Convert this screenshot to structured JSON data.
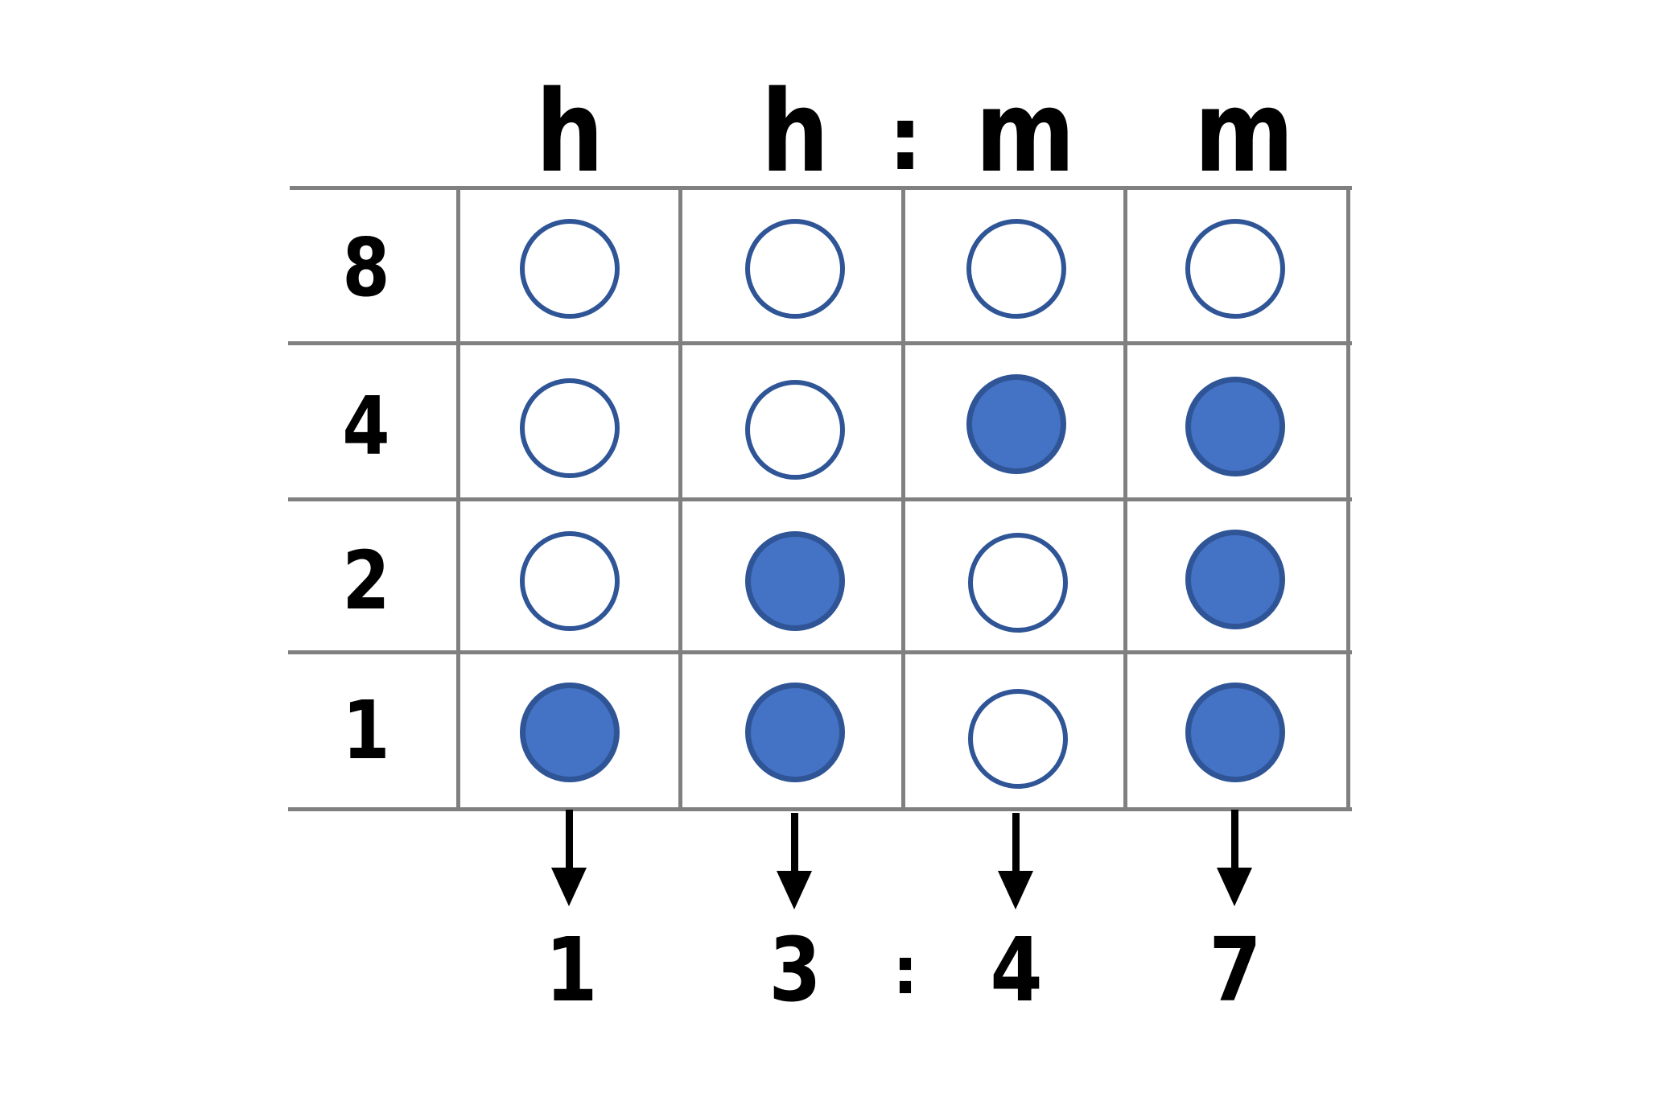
{
  "headers": {
    "columns": [
      "h",
      "h",
      "m",
      "m"
    ],
    "separator": ":"
  },
  "rows": {
    "labels": [
      "8",
      "4",
      "2",
      "1"
    ]
  },
  "grid": {
    "state": [
      [
        false,
        false,
        false,
        false
      ],
      [
        false,
        false,
        true,
        true
      ],
      [
        false,
        true,
        false,
        true
      ],
      [
        true,
        true,
        false,
        true
      ]
    ],
    "on_color": "#4472C4",
    "outline_color": "#2F5597",
    "line_color": "#808080"
  },
  "result": {
    "digits": [
      "1",
      "3",
      "4",
      "7"
    ],
    "separator": ":",
    "time": "13:47"
  }
}
